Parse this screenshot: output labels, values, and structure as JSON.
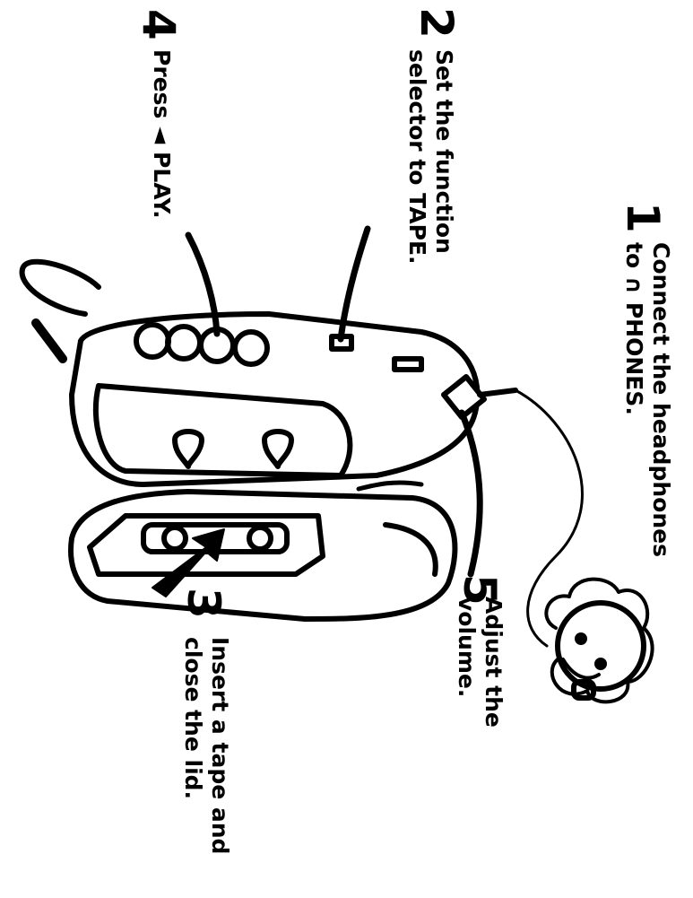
{
  "steps": [
    {
      "number": "1",
      "lines": [
        "Connect the headphones",
        "to ∩ PHONES."
      ]
    },
    {
      "number": "2",
      "lines": [
        "Set the function",
        "selector to TAPE."
      ]
    },
    {
      "number": "3",
      "lines": [
        "Insert a tape and",
        "close the lid."
      ]
    },
    {
      "number": "4",
      "lines": [
        "Press ◄ PLAY."
      ]
    },
    {
      "number": "5",
      "lines": [
        "Adjust the",
        "volume."
      ]
    }
  ]
}
